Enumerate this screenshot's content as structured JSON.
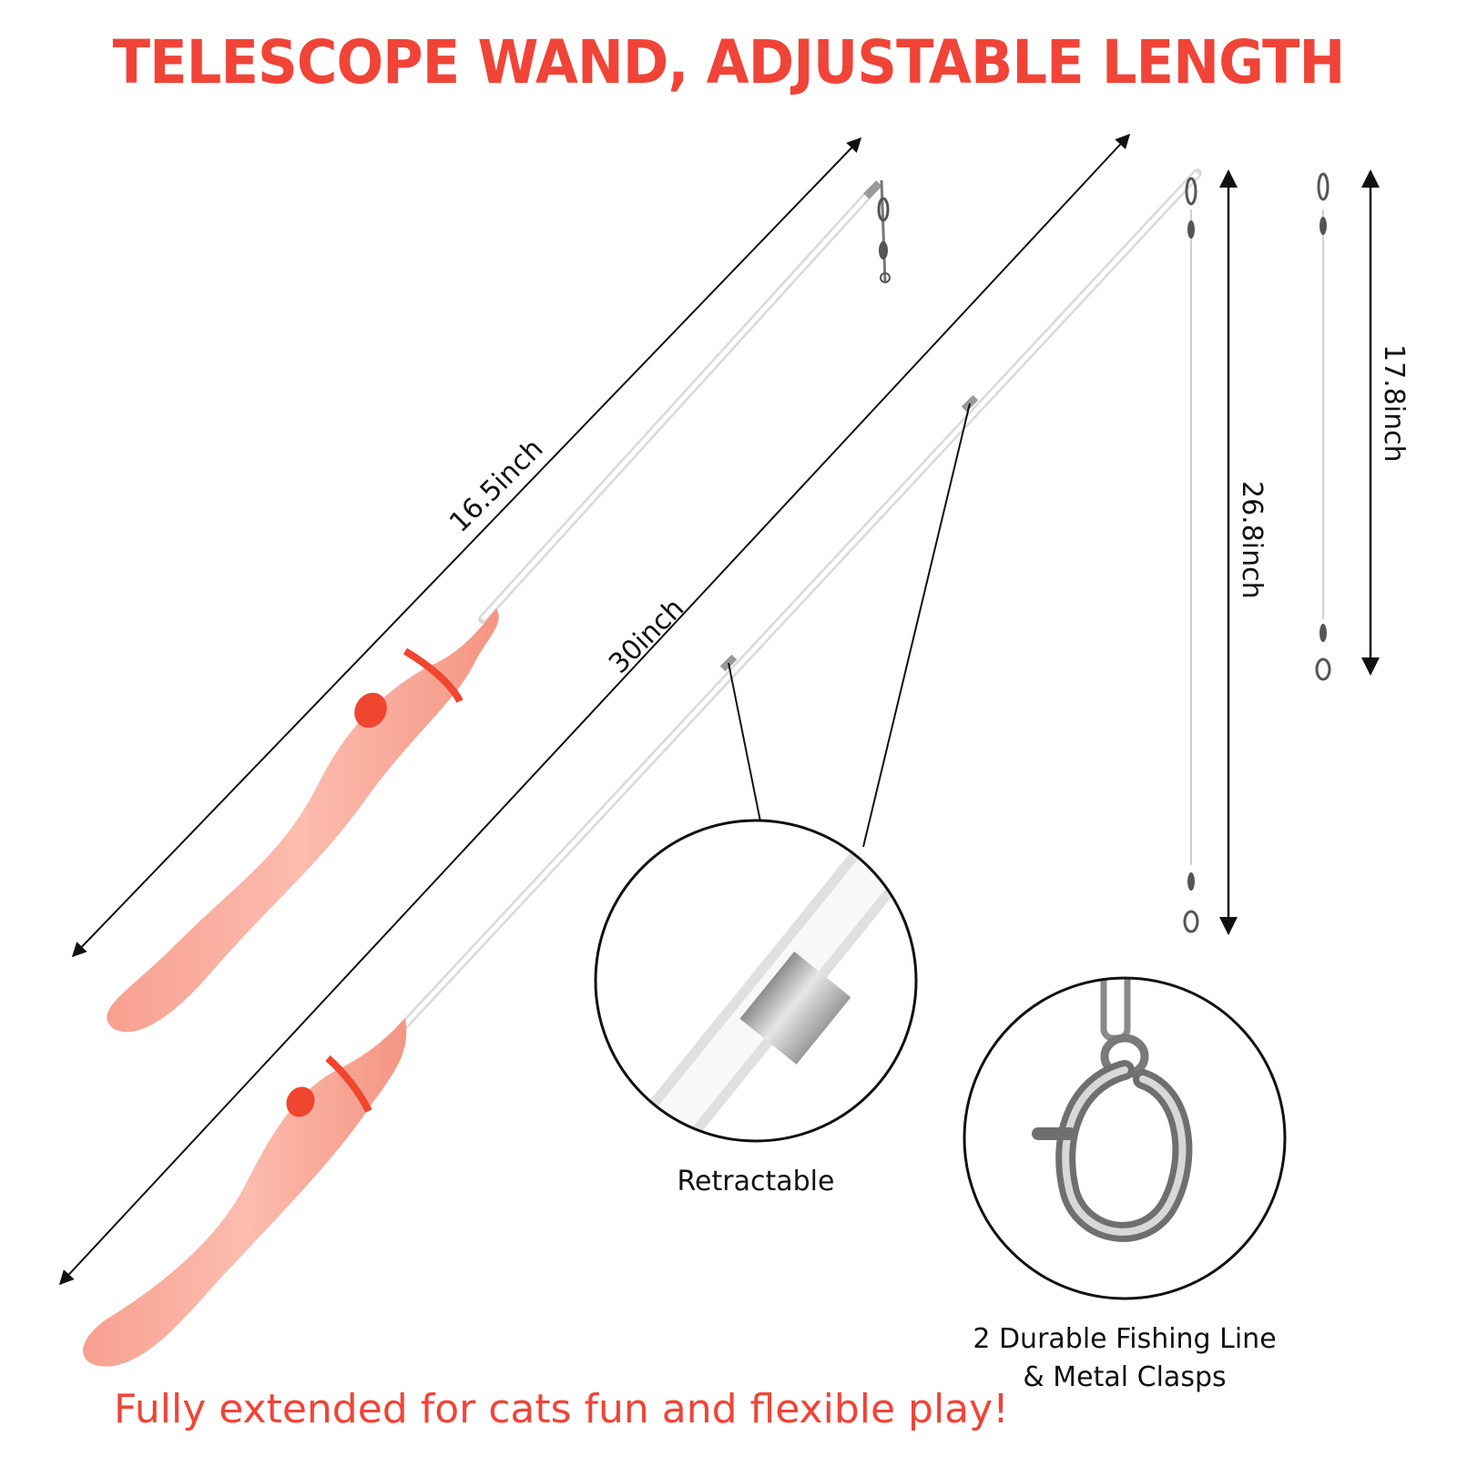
{
  "title": "TELESCOPE WAND, ADJUSTABLE LENGTH",
  "dimensions": {
    "short_wand": "16.5inch",
    "long_wand": "30inch",
    "long_line": "26.8inch",
    "short_line": "17.8inch"
  },
  "callouts": {
    "retractable": "Retractable",
    "clasp_line1": "2 Durable Fishing Line",
    "clasp_line2": "& Metal Clasps"
  },
  "tagline": "Fully extended for cats fun and flexible play!",
  "colors": {
    "accent_red": "#f04438",
    "handle_pink": "#f9a898",
    "handle_stripe": "#f0452e"
  }
}
